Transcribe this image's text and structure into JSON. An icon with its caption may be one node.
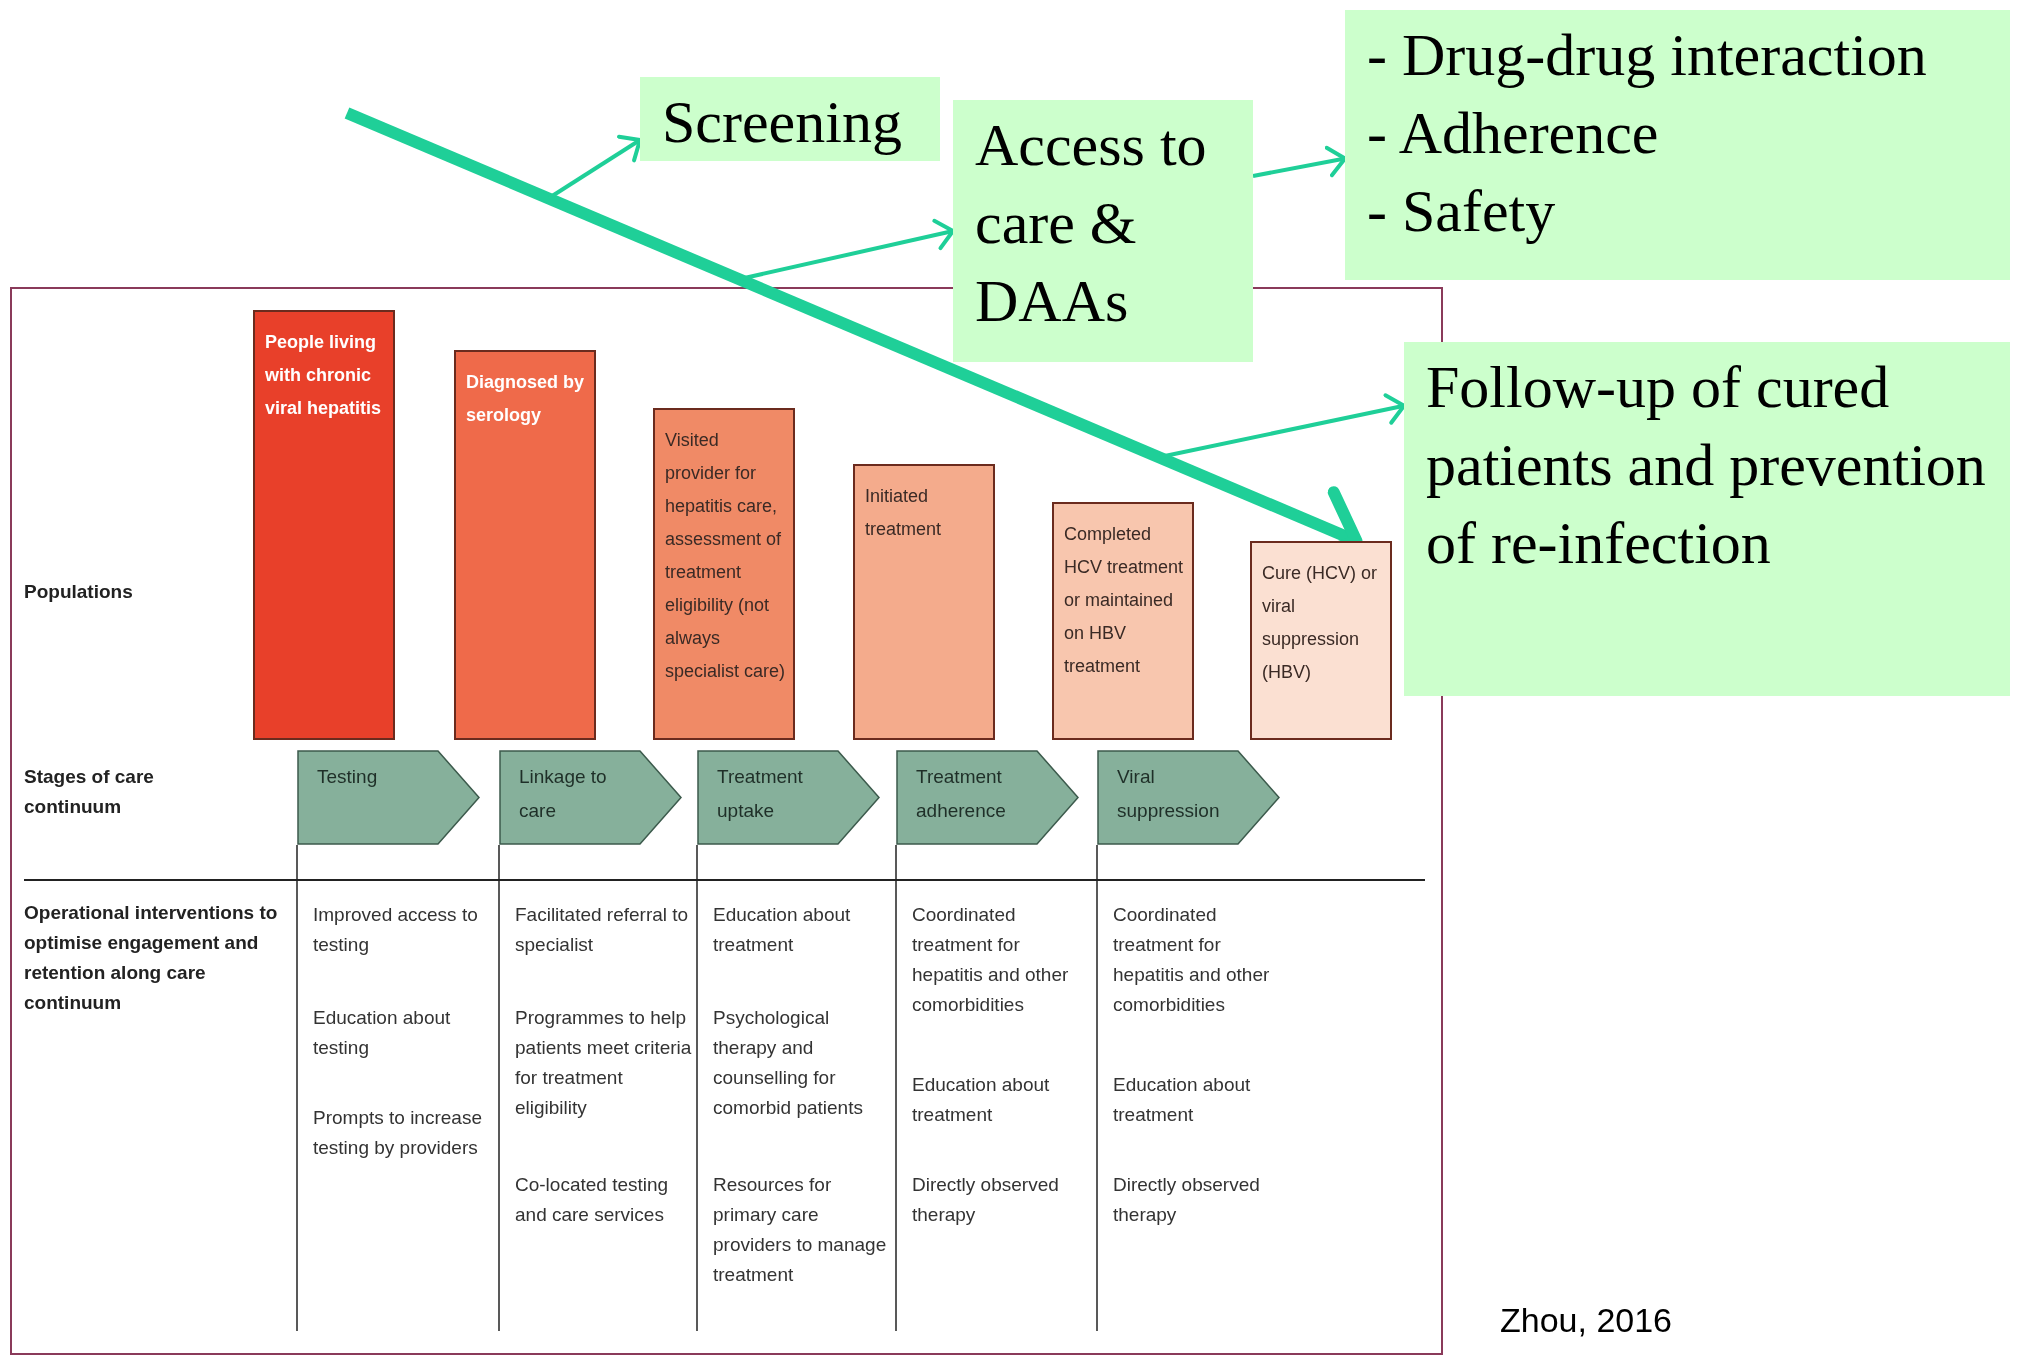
{
  "diagram": {
    "nodes": [
      {
        "text": [
          "Screening"
        ]
      },
      {
        "text": [
          "Access to care & DAAs"
        ]
      },
      {
        "text": [
          "- Drug-drug interaction",
          "- Adherence",
          "- Safety"
        ]
      },
      {
        "text": [
          "Follow-up of cured patients and prevention of re-infection"
        ]
      },
      {
        "text": [
          "People living with chronic viral hepatitis"
        ]
      },
      {
        "text": [
          "Diagnosed by serology"
        ]
      },
      {
        "text": [
          "Visited provider for hepatitis care, assessment of treatment eligibility (not always specialist care)"
        ]
      },
      {
        "text": [
          "Initiated treatment"
        ]
      },
      {
        "text": [
          "Completed HCV treatment or maintained on HBV treatment"
        ]
      },
      {
        "text": [
          "Cure (HCV) or viral suppression (HBV)"
        ]
      },
      {
        "text": [
          "Testing"
        ]
      },
      {
        "text": [
          "Linkage to care"
        ]
      },
      {
        "text": [
          "Treatment uptake"
        ]
      },
      {
        "text": [
          "Treatment adherence"
        ]
      },
      {
        "text": [
          "Viral suppression"
        ]
      }
    ],
    "edges": [
      {
        "from": null,
        "to": 9,
        "arrow": "to",
        "style": "thick"
      },
      {
        "from": null,
        "to": 0,
        "arrow": "to"
      },
      {
        "from": null,
        "to": 1,
        "arrow": "to"
      },
      {
        "from": 1,
        "to": 2,
        "arrow": "to"
      },
      {
        "from": null,
        "to": 3,
        "arrow": "to"
      }
    ],
    "labels": [
      "Populations",
      "Stages of care continuum",
      "Operational interventions to optimise engagement and retention along care continuum",
      "Improved access to testing",
      "Education about testing",
      "Prompts to increase testing by providers",
      "Facilitated referral to specialist",
      "Programmes to help patients meet criteria for treatment eligibility",
      "Co-located testing and care services",
      "Education about treatment",
      "Psychological therapy and counselling for comorbid patients",
      "Resources for primary care providers to manage treatment",
      "Coordinated treatment for hepatitis and other comorbidities",
      "Education about treatment",
      "Directly observed therapy",
      "Coordinated treatment for hepatitis and other comorbidities",
      "Education about treatment",
      "Directly observed therapy",
      "Zhou, 2016"
    ]
  }
}
